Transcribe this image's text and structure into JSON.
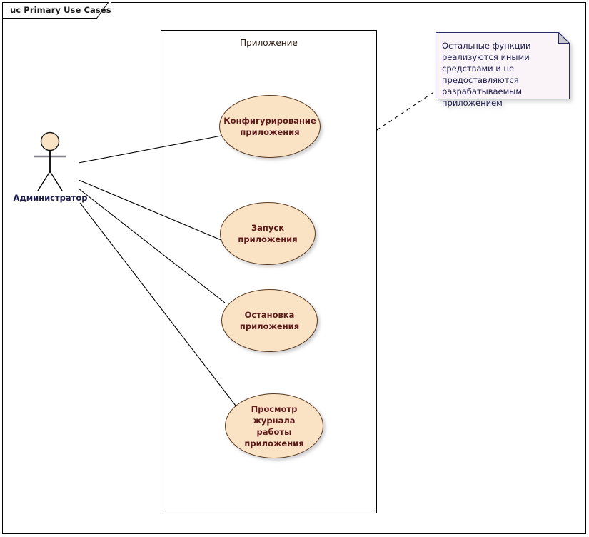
{
  "frame": {
    "tab_label": "uc Primary Use Cases"
  },
  "boundary": {
    "label": "Приложение"
  },
  "actor": {
    "name": "Администратор",
    "icon": "stick-figure-actor-icon"
  },
  "use_cases": [
    {
      "id": "configure-application",
      "label": "Конфигурирование приложения"
    },
    {
      "id": "start-application",
      "label": "Запуск приложения"
    },
    {
      "id": "stop-application",
      "label": "Остановка приложения"
    },
    {
      "id": "view-application-log",
      "label": "Просмотр журнала работы приложения"
    }
  ],
  "note": {
    "text": "Остальные функции реализуются иными средствами и не предоставляются разрабатываемым приложением",
    "corner_icon": "folded-corner-icon"
  },
  "colors": {
    "usecase_fill": "#fae3c4",
    "usecase_border": "#5c3a1e",
    "usecase_text": "#5e1a1a",
    "note_fill": "#faf4f8",
    "note_border": "#2b2b6b",
    "note_text": "#1b1b4f",
    "actor_fill": "#fae3c4",
    "line": "#000000",
    "frame_border": "#000000",
    "background": "#ffffff"
  }
}
